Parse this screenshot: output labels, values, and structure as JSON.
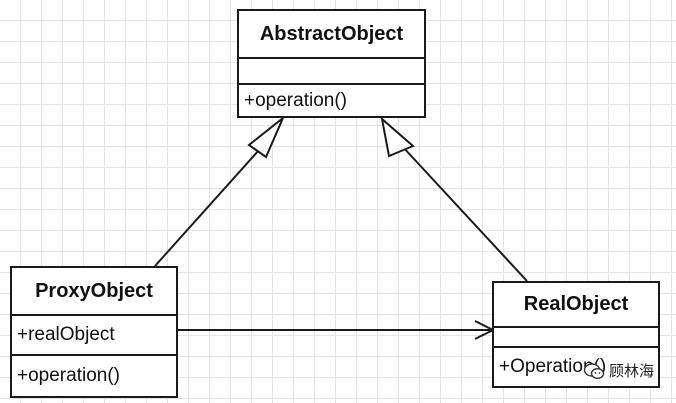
{
  "classes": {
    "abstract": {
      "name": "AbstractObject",
      "attributes": "",
      "operations": "+operation()"
    },
    "proxy": {
      "name": "ProxyObject",
      "attributes": "+realObject",
      "operations": "+operation()"
    },
    "real": {
      "name": "RealObject",
      "attributes": "",
      "operations": "+Operation()"
    }
  },
  "relations": [
    {
      "from": "ProxyObject",
      "to": "AbstractObject",
      "kind": "generalization"
    },
    {
      "from": "RealObject",
      "to": "AbstractObject",
      "kind": "generalization"
    },
    {
      "from": "ProxyObject",
      "to": "RealObject",
      "kind": "association"
    }
  ],
  "watermark": {
    "text": "顾林海",
    "icon": "wechat-icon"
  },
  "colors": {
    "line": "#1a1a1a",
    "grid": "#e4e4e4",
    "background": "#ffffff"
  }
}
